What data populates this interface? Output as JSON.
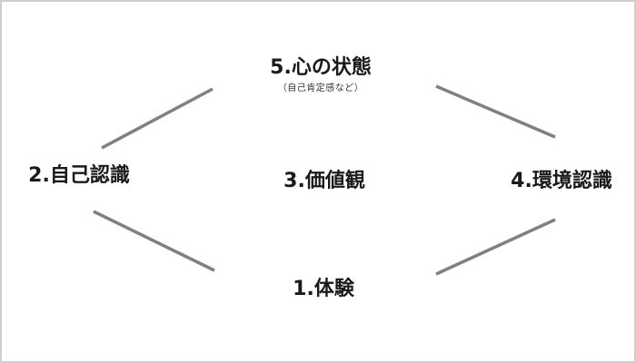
{
  "nodes": {
    "node5": {
      "title": "5.心の状態",
      "subtitle": "（自己肯定感など）"
    },
    "node2": {
      "title": "2.自己認識"
    },
    "node3": {
      "title": "3.価値観"
    },
    "node4": {
      "title": "4.環境認識"
    },
    "node1": {
      "title": "1.体験"
    }
  },
  "colors": {
    "connector": "#808080",
    "text": "#1a1a1a",
    "border": "#cfcfcf",
    "background": "#ffffff"
  }
}
